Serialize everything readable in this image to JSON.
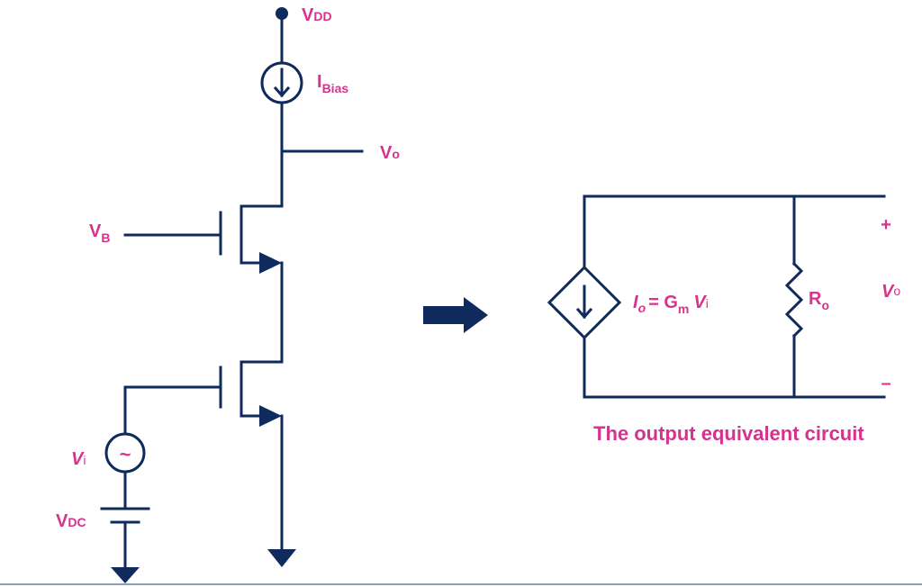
{
  "left_circuit": {
    "vdd": {
      "main": "V",
      "sub": "DD"
    },
    "ibias": {
      "main": "I",
      "sub": "Bias"
    },
    "vo": {
      "main": "V",
      "sub": "o"
    },
    "vb": {
      "main": "V",
      "sub": "B"
    },
    "vi": {
      "main": "V",
      "sub": "i"
    },
    "vdc": {
      "main": "V",
      "sub": "DC"
    },
    "source_symbol": "~"
  },
  "equivalent_circuit": {
    "io_lhs": "I",
    "io_lhs_sub": "o",
    "equals_gm": "= G",
    "gm_sub": "m",
    "vi_main": "V",
    "vi_sub": "i",
    "ro": {
      "main": "R",
      "sub": "o"
    },
    "vo": {
      "main": "V",
      "sub": "o"
    },
    "plus": "+",
    "minus": "–",
    "caption": "The output equivalent circuit"
  },
  "colors": {
    "wire": "#0f2a5c",
    "label": "#d6338c"
  }
}
